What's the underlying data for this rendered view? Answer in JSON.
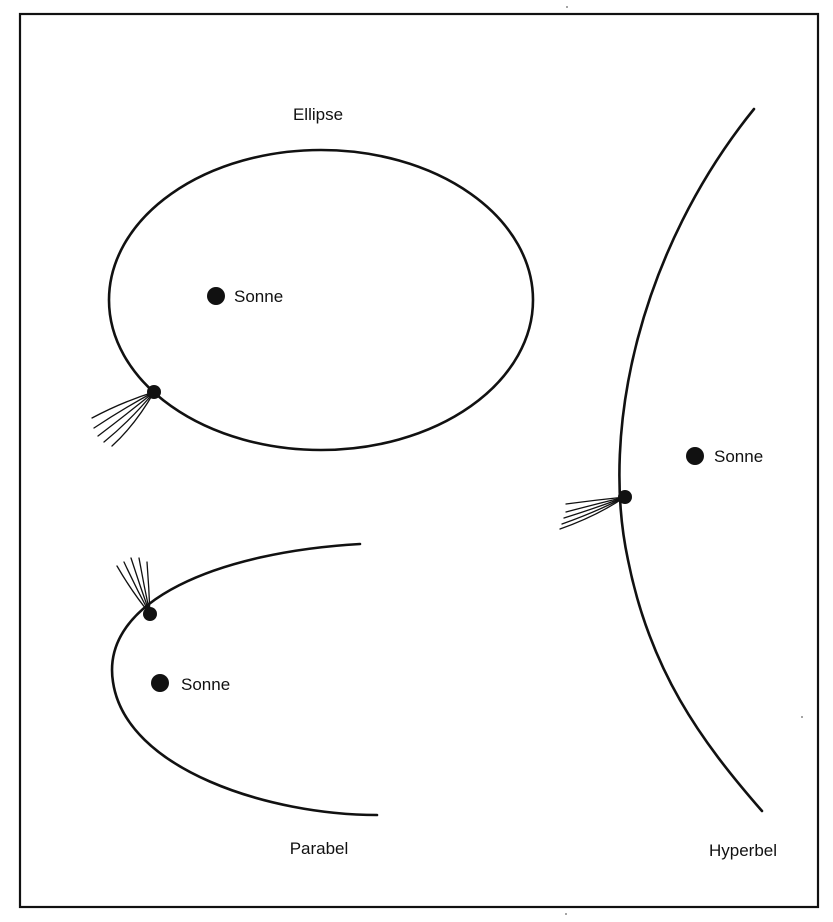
{
  "colors": {
    "ink": "#111111",
    "background": "#ffffff"
  },
  "ellipse": {
    "label": "Ellipse",
    "sun_label": "Sonne"
  },
  "parabola": {
    "label": "Parabel",
    "sun_label": "Sonne"
  },
  "hyperbola": {
    "label": "Hyperbel",
    "sun_label": "Sonne"
  }
}
